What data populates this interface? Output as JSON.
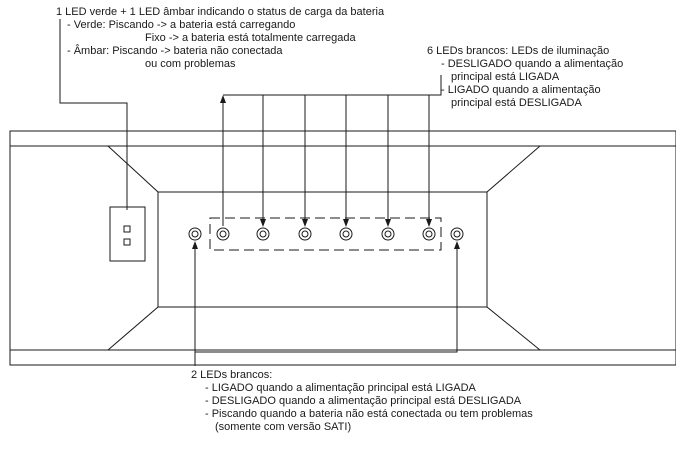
{
  "top_left_note": {
    "title": "1 LED verde + 1 LED âmbar indicando o status de carga da bateria",
    "verde_line1": "- Verde: Piscando -> a bateria está carregando",
    "verde_line2": "Fixo -> a bateria está totalmente carregada",
    "ambar_line1": "- Âmbar: Piscando -> bateria não conectada",
    "ambar_line2": "ou com problemas"
  },
  "top_right_note": {
    "title": "6 LEDs brancos: LEDs de iluminação",
    "line1": "- DESLIGADO quando a alimentação",
    "line2": "principal está LIGADA",
    "line3": "- LIGADO quando a alimentação",
    "line4": "principal está DESLIGADA"
  },
  "bottom_note": {
    "title": "2 LEDs brancos:",
    "line1": "- LIGADO quando a alimentação principal está LIGADA",
    "line2": "- DESLIGADO quando a alimentação principal está DESLIGADA",
    "line3": "- Piscando quando a bateria não está conectada ou tem problemas",
    "line4": "(somente com versão SATI)"
  },
  "colors": {
    "ink": "#1a1a1a",
    "background": "#ffffff"
  },
  "leds": {
    "status_leds_count": 2,
    "illumination_leds_count": 6,
    "white_leds_count": 2
  }
}
